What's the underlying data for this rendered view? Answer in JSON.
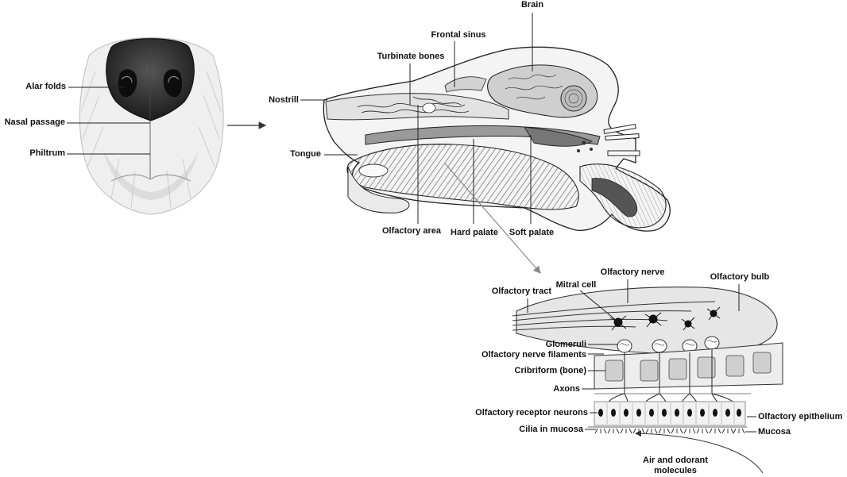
{
  "labels": {
    "alar_folds": "Alar folds",
    "nasal_passage": "Nasal passage",
    "philtrum": "Philtrum",
    "brain": "Brain",
    "frontal_sinus": "Frontal sinus",
    "turbinate_bones": "Turbinate bones",
    "nostrill": "Nostrill",
    "tongue": "Tongue",
    "olfactory_area": "Olfactory area",
    "hard_palate": "Hard palate",
    "soft_palate": "Soft palate",
    "olfactory_nerve": "Olfactory nerve",
    "mitral_cell": "Mitral cell",
    "olfactory_tract": "Olfactory tract",
    "olfactory_bulb": "Olfactory bulb",
    "glomeruli": "Glomeruli",
    "olfactory_nerve_filaments": "Olfactory nerve filaments",
    "cribriform": "Cribriform (bone)",
    "axons": "Axons",
    "olfactory_receptor_neurons": "Olfactory receptor neurons",
    "olfactory_epithelium": "Olfactory epithelium",
    "cilia_in_mucosa": "Cilia in mucosa",
    "mucosa": "Mucosa",
    "air_odorant_line1": "Air and odorant",
    "air_odorant_line2": "molecules"
  },
  "colors": {
    "ink": "#111111",
    "nose_dark": "#2b2b2b",
    "fur": "#d9d9d9",
    "bulb_fill": "#e6e6e6",
    "bone": "#cfcfcf"
  }
}
